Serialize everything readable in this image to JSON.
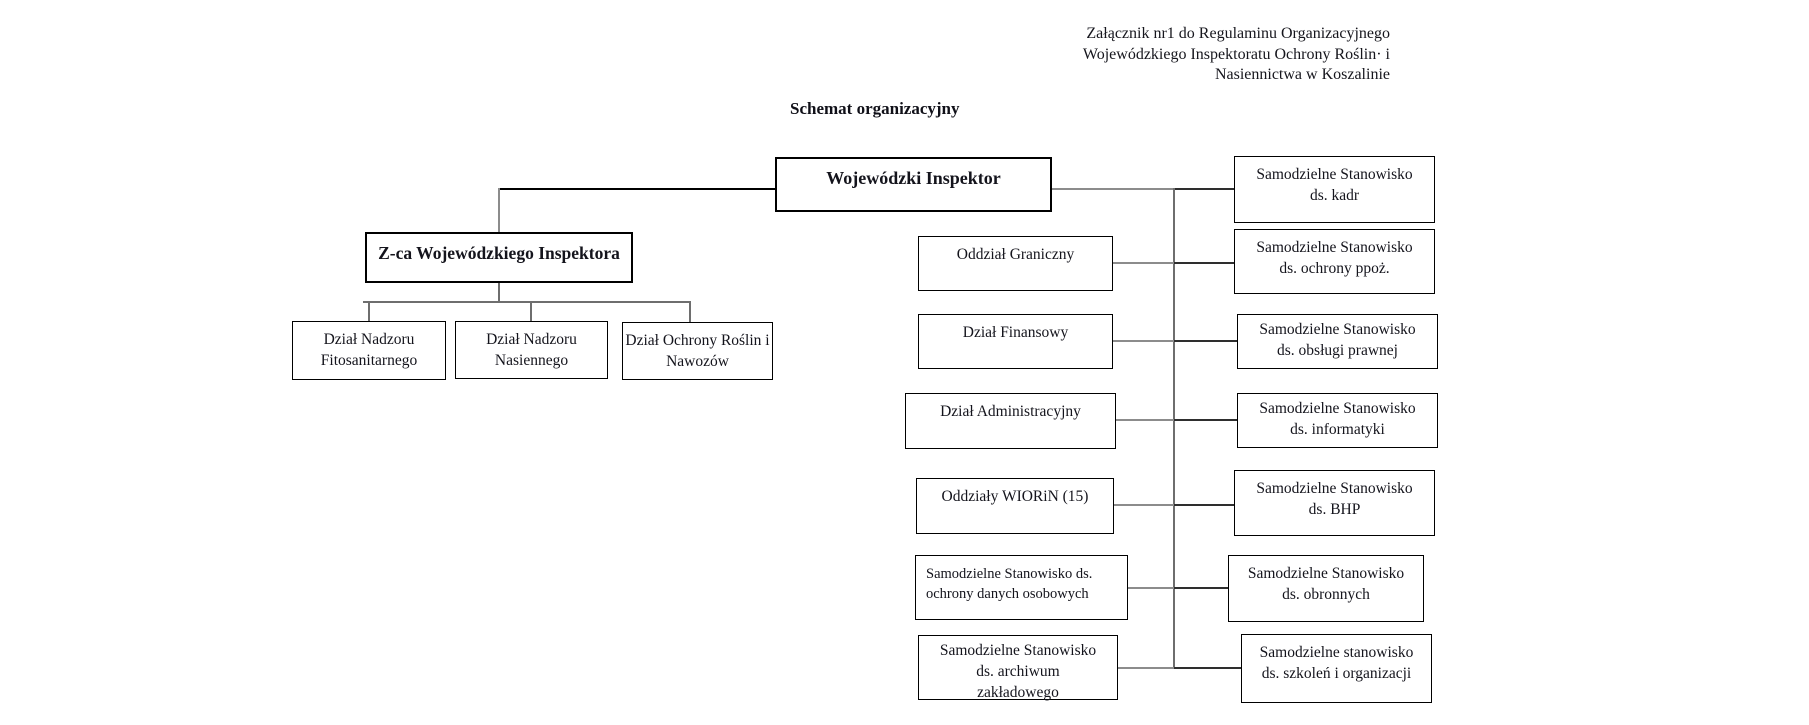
{
  "page": {
    "attachment_note": {
      "line1": "Załącznik nr1 do Regulaminu Organizacyjnego",
      "line2": "Wojewódzkiego Inspektoratu Ochrony Roślin· i",
      "line3": "Nasiennictwa w Koszalinie"
    },
    "title": "Schemat organizacyjny"
  },
  "org": {
    "root": {
      "label": "Wojewódzki Inspektor"
    },
    "deputy": {
      "label": "Z-ca Wojewódzkiego Inspektora"
    },
    "departments": [
      {
        "label": "Dział Nadzoru\nFitosanitarnego"
      },
      {
        "label": "Dział Nadzoru\nNasiennego"
      },
      {
        "label": "Dział Ochrony Roślin i\nNawozów"
      }
    ],
    "middle": [
      {
        "label": "Oddział Graniczny"
      },
      {
        "label": "Dział Finansowy"
      },
      {
        "label": "Dział Administracyjny"
      },
      {
        "label": "Oddziały WIORiN (15)"
      },
      {
        "label": "Samodzielne Stanowisko ds.\nochrony danych osobowych"
      },
      {
        "label": "Samodzielne Stanowisko\nds. archiwum\nzakładowego"
      }
    ],
    "right": [
      {
        "label": "Samodzielne Stanowisko\nds. kadr"
      },
      {
        "label": "Samodzielne Stanowisko\nds. ochrony ppoż."
      },
      {
        "label": "Samodzielne Stanowisko\nds. obsługi prawnej"
      },
      {
        "label": "Samodzielne Stanowisko\nds. informatyki"
      },
      {
        "label": "Samodzielne Stanowisko\nds. BHP"
      },
      {
        "label": "Samodzielne Stanowisko\nds. obronnych"
      },
      {
        "label": "Samodzielne stanowisko\nds. szkoleń i organizacji"
      }
    ]
  },
  "colors": {
    "background": "#ffffff",
    "box_border": "#000000",
    "text": "#111111",
    "connector_gray": "#8c8c8c",
    "connector_dark": "#2e2e2e"
  }
}
